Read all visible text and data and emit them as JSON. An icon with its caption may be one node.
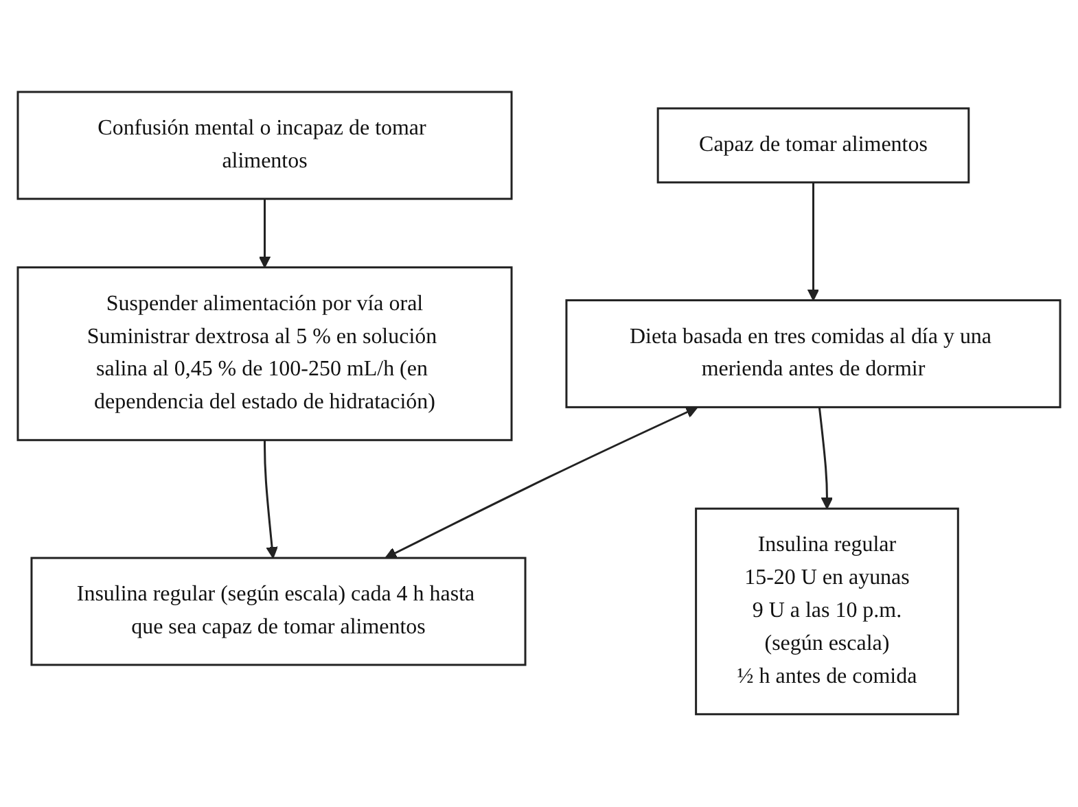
{
  "diagram": {
    "nodes": [
      {
        "text": [
          "Confusión mental o incapaz de tomar alimentos"
        ]
      },
      {
        "text": [
          "Capaz de tomar alimentos"
        ]
      },
      {
        "text": [
          "Suspender alimentación por vía oral",
          "Suministrar dextrosa al 5 % en solución salina al 0,45 % de 100-250 mL/h (en dependencia del estado de hidratación)"
        ]
      },
      {
        "text": [
          "Dieta basada en tres comidas al día y una merienda antes de dormir"
        ]
      },
      {
        "text": [
          "Insulina regular (según escala) cada 4 h hasta que sea capaz de tomar alimentos"
        ]
      },
      {
        "text": [
          "Insulina regular",
          "15-20 U en ayunas",
          "9 U a las 10 p.m.",
          "(según escala)",
          "½ h antes de comida"
        ]
      }
    ],
    "edges": [
      {
        "from": 0,
        "to": 2,
        "arrow": "to"
      },
      {
        "from": 1,
        "to": 3,
        "arrow": "to"
      },
      {
        "from": 2,
        "to": 4,
        "arrow": "to"
      },
      {
        "from": 3,
        "to": 5,
        "arrow": "to"
      },
      {
        "from": 4,
        "to": 3,
        "arrow": "both"
      }
    ]
  }
}
